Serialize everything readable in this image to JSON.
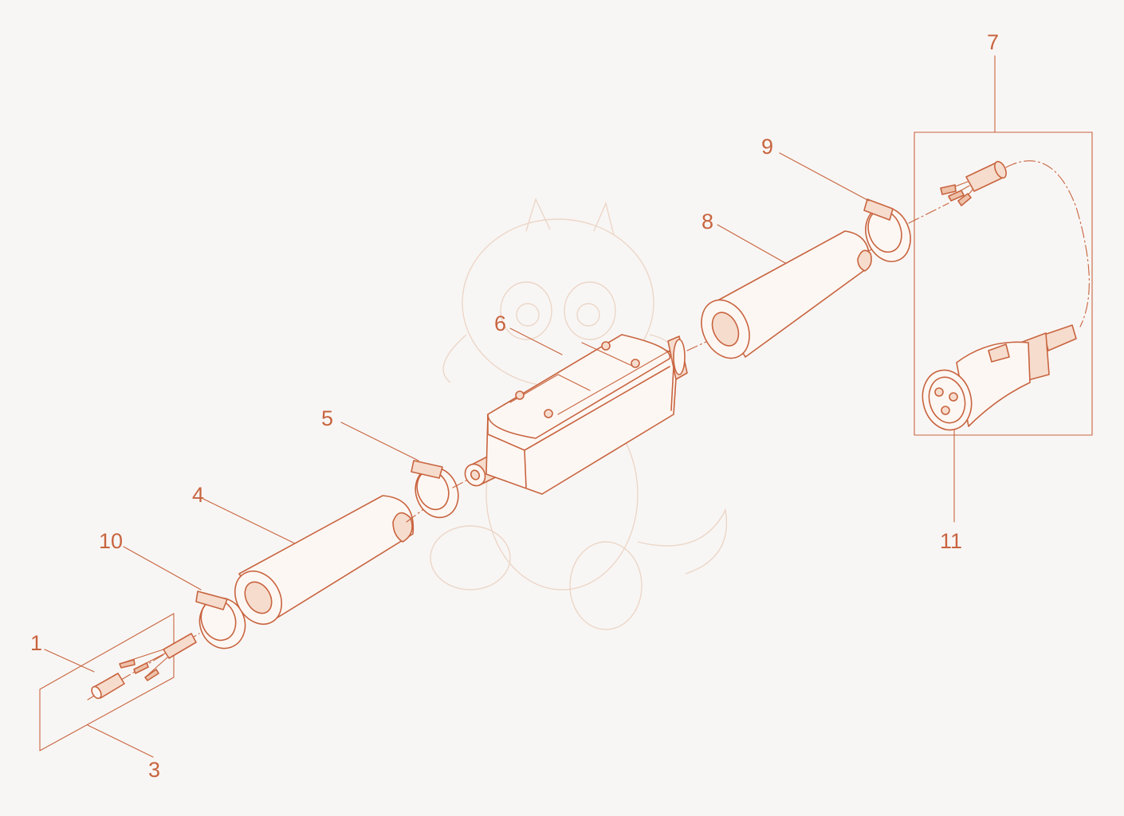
{
  "diagram": {
    "callouts": [
      {
        "id": "1",
        "text": "1"
      },
      {
        "id": "3",
        "text": "3"
      },
      {
        "id": "4",
        "text": "4"
      },
      {
        "id": "5",
        "text": "5"
      },
      {
        "id": "6",
        "text": "6"
      },
      {
        "id": "7",
        "text": "7"
      },
      {
        "id": "8",
        "text": "8"
      },
      {
        "id": "9",
        "text": "9"
      },
      {
        "id": "10",
        "text": "10"
      },
      {
        "id": "11",
        "text": "11"
      }
    ],
    "colors": {
      "line": "#c8643f",
      "background": "#f8f6f4",
      "tint": "#f6dccd"
    }
  }
}
